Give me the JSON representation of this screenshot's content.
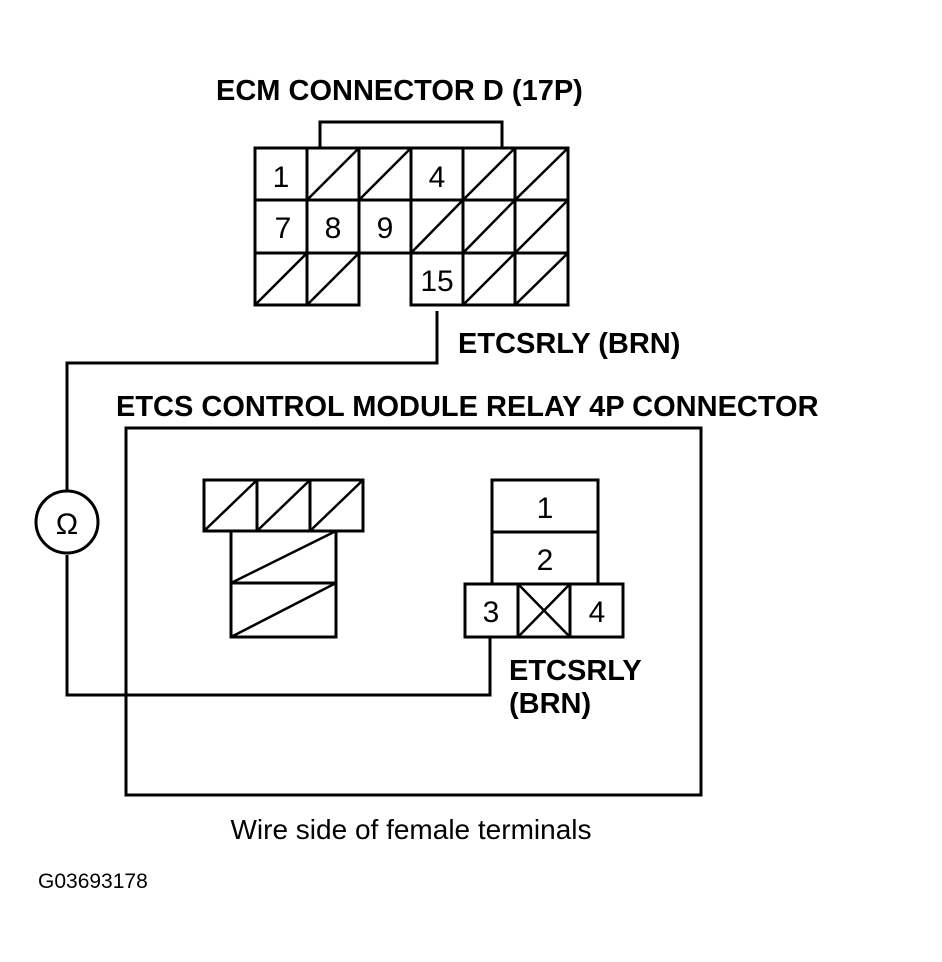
{
  "ecm_connector": {
    "title": "ECM CONNECTOR D (17P)",
    "pins": {
      "p1": "1",
      "p4": "4",
      "p7": "7",
      "p8": "8",
      "p9": "9",
      "p15": "15"
    },
    "wire_label": "ETCSRLY (BRN)"
  },
  "relay_connector": {
    "title": "ETCS CONTROL MODULE RELAY 4P CONNECTOR",
    "pins": {
      "p1": "1",
      "p2": "2",
      "p3": "3",
      "p4": "4"
    },
    "wire_label_line1": "ETCSRLY",
    "wire_label_line2": "(BRN)"
  },
  "meter": {
    "symbol": "Ω",
    "icon": "ohmmeter-icon"
  },
  "caption": "Wire side of female terminals",
  "figure_id": "G03693178"
}
